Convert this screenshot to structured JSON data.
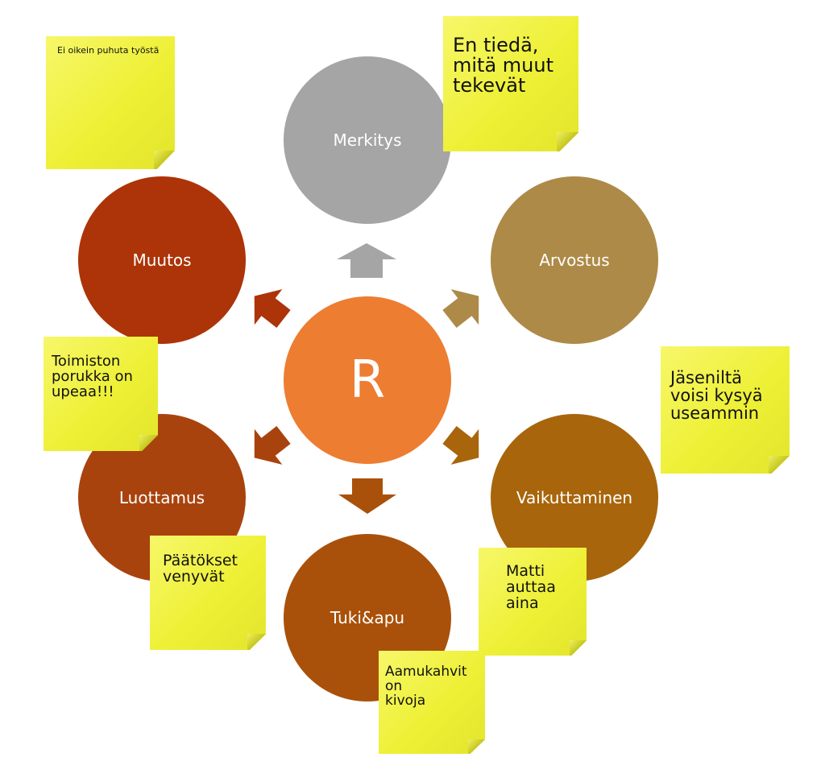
{
  "center": {
    "label": "R",
    "color": "#ED7D31"
  },
  "circles": [
    {
      "id": "merkitys",
      "label": "Merkitys",
      "color": "#A5A5A5"
    },
    {
      "id": "arvostus",
      "label": "Arvostus",
      "color": "#AD8A47"
    },
    {
      "id": "vaikuttaminen",
      "label": "Vaikuttaminen",
      "color": "#A8650C"
    },
    {
      "id": "tuki-apu",
      "label": "Tuki&apu",
      "color": "#A9510A"
    },
    {
      "id": "luottamus",
      "label": "Luottamus",
      "color": "#A9430E"
    },
    {
      "id": "muutos",
      "label": "Muutos",
      "color": "#AC3408"
    }
  ],
  "notes": [
    {
      "id": "ei-oikein",
      "text": "Ei oikein puhuta työstä"
    },
    {
      "id": "en-tieda",
      "text": "En tiedä,\nmitä muut\ntekevät"
    },
    {
      "id": "jasenilta",
      "text": "Jäseniltä\nvoisi kysyä\nuseammin"
    },
    {
      "id": "toimiston",
      "text": "Toimiston\nporukka on\nupeaa!!!"
    },
    {
      "id": "paatokset",
      "text": "Päätökset\nvenyvät"
    },
    {
      "id": "matti",
      "text": "Matti\nauttaa\naina"
    },
    {
      "id": "aamukahvit",
      "text": "Aamukahvit\non\nkivoja"
    }
  ]
}
